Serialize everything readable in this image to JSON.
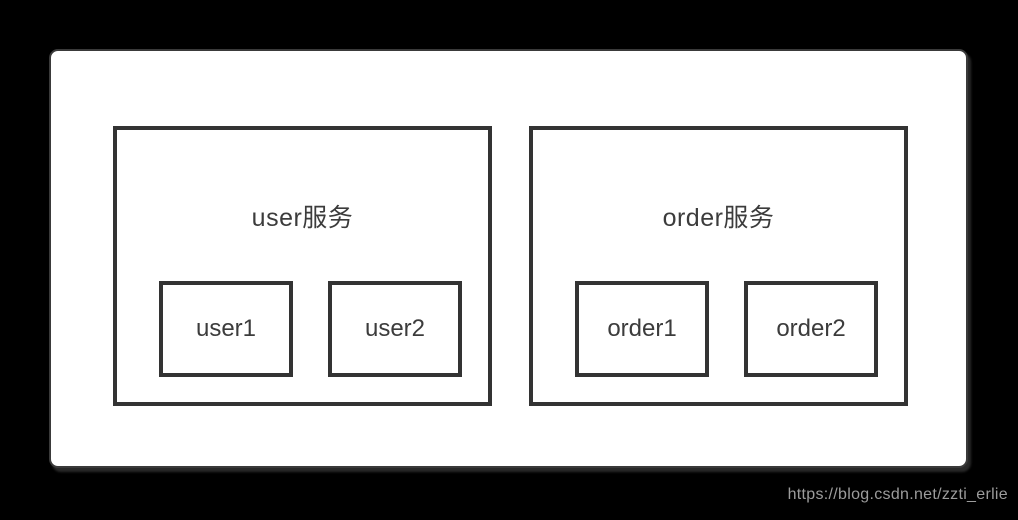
{
  "page": {
    "background_color": "#000000",
    "panel_color": "#ffffff",
    "watermark": "https://blog.csdn.net/zzti_erlie"
  },
  "colors": {
    "box_border": "#333333",
    "text": "#3c3c3c",
    "watermark_text": "#9c9c9c"
  },
  "diagram": {
    "services": [
      {
        "title": "user服务",
        "nodes": [
          {
            "label": "user1"
          },
          {
            "label": "user2"
          }
        ]
      },
      {
        "title": "order服务",
        "nodes": [
          {
            "label": "order1"
          },
          {
            "label": "order2"
          }
        ]
      }
    ]
  }
}
